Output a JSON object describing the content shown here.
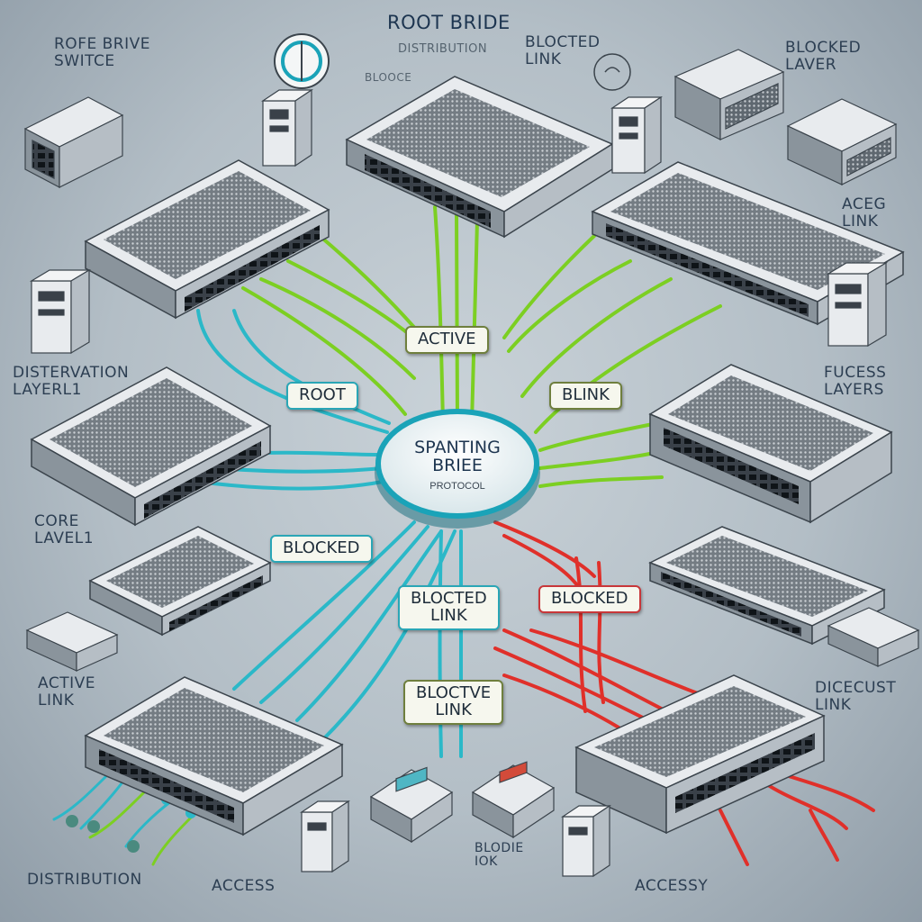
{
  "title": "ROOT BRIDE",
  "subtitle": "DISTRIBUTION",
  "center": {
    "title": "SPANTING\nBRIEE",
    "subtitle": "PROTOCOL"
  },
  "labels": {
    "top_left": "ROFE BRIVE\nSWITCE",
    "top_mid_small": "BLOOCE",
    "top_blocked_link": "BLOCTED\nLINK",
    "top_right": "BLOCKED\nLAVER",
    "right_aceg": "ACEG\nLINK",
    "right_fucess": "FUCESS\nLAYERS",
    "left_distervation": "DISTERVATION\nLAYERL1",
    "left_core": "CORE\nLAVEL1",
    "left_active": "ACTIVE\nLINK",
    "right_dicecust": "DICECUST\nLINK",
    "bottom_left": "DISTRIBUTION",
    "bottom_access": "ACCESS",
    "bottom_mid": "BLODIE\nIOK",
    "bottom_right": "ACCESSY"
  },
  "tags": {
    "active": "ACTIVE",
    "root": "ROOT",
    "blink": "BLINK",
    "blocked_left": "BLOCKED",
    "blocted_link": "BLOCTED\nLINK",
    "blocked_right": "BLOCKED",
    "bloctve": "BLOCTVE\nLINK"
  },
  "colors": {
    "active_link": "#7ccf22",
    "root_link": "#2bb8c8",
    "blocked_link": "#e0302a",
    "switch_body": "#e8ebee",
    "switch_side": "#8a949c",
    "hub_border": "#1aa3b8"
  }
}
